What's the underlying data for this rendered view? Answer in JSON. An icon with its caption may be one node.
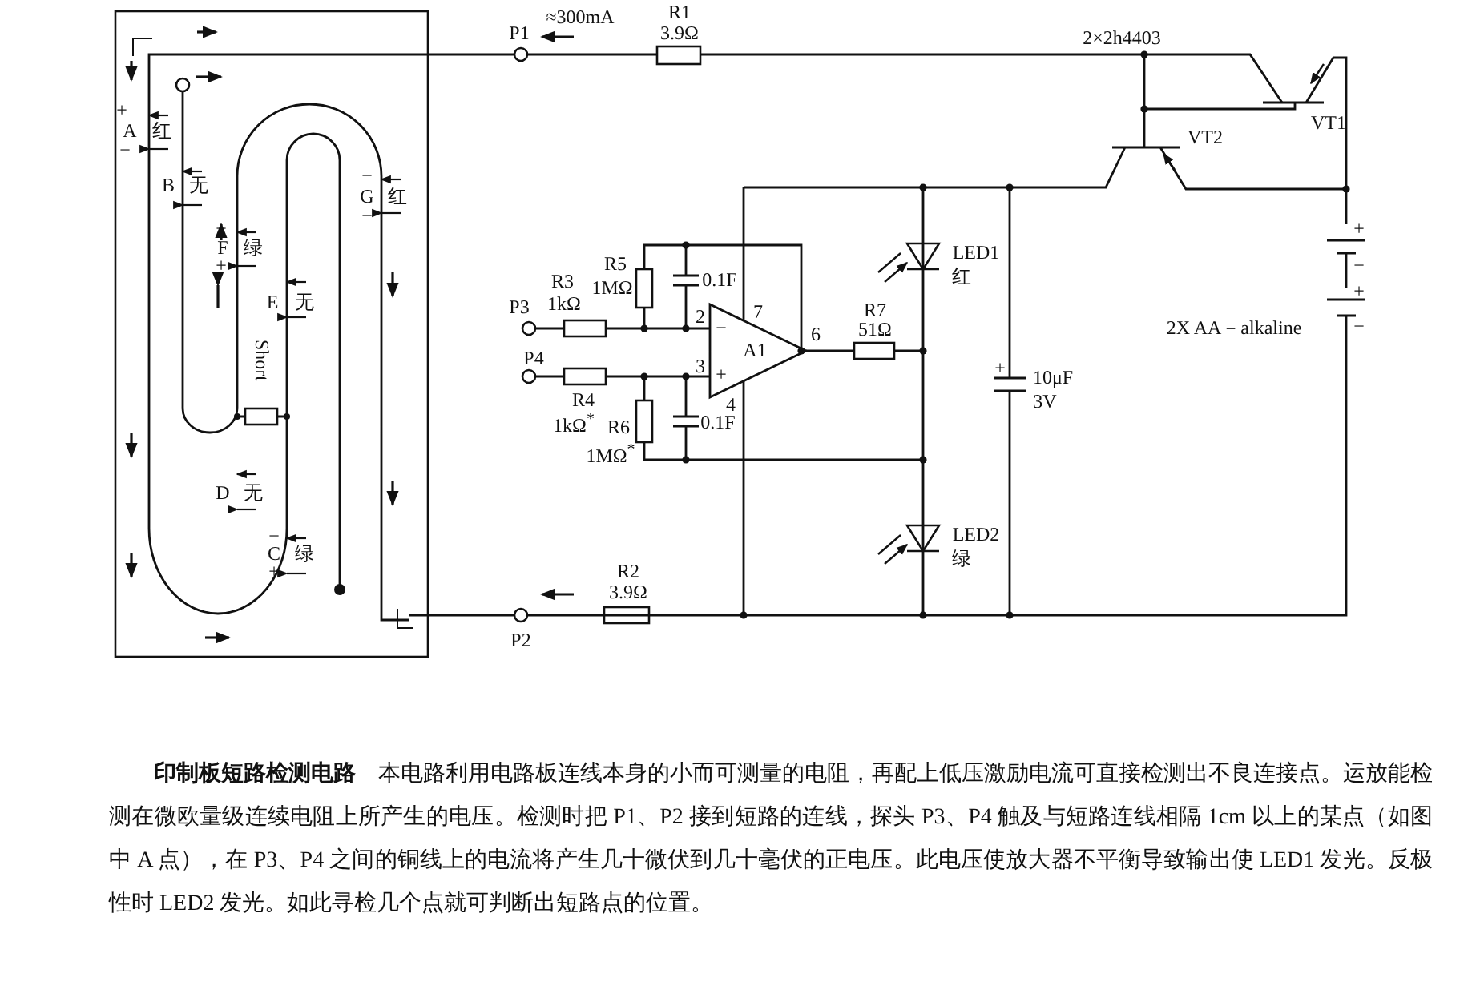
{
  "diagram": {
    "caption": "**印制板短路检测电路**　本电路利用电路板连线本身的小而可测量的电阻，再配上低压激励电流可直接检测出不良连接点。运放能检测在微欧量级连续电阻上所产生的电压。检测时把 P1、P2 接到短路的连线，探头 P3、P4 触及与短路连线相隔 1cm 以上的某点（如图中 A 点），在 P3、P4 之间的铜线上的电流将产生几十微伏到几十毫伏的正电压。此电压使放大器不平衡导致输出使 LED1 发光。反极性时 LED2 发光。如此寻检几个点就可判断出短路点的位置。",
    "labels": [
      "P1",
      "≈300mA",
      "R1",
      "3.9Ω",
      "2×2h4403",
      "VT1",
      "VT2",
      "+",
      "A",
      "红",
      "−",
      "B",
      "无",
      "−",
      "G",
      "红",
      "−",
      "−",
      "F",
      "绿",
      "+",
      "LED1",
      "红",
      "R3",
      "1kΩ",
      "R5",
      "1MΩ",
      "0.1F",
      "P3",
      "2",
      "−",
      "7",
      "A1",
      "6",
      "R7",
      "51Ω",
      "+",
      "−",
      "2X AA－alkaline",
      "+",
      "−",
      "E",
      "无",
      "P4",
      "3",
      "+",
      "4",
      "R4",
      "1kΩ$^{*}$",
      "0.1F",
      "R6",
      "1MΩ$^{*}$",
      "+",
      "10μF",
      "3V",
      "Short",
      "D",
      "无",
      "−",
      "C",
      "绿",
      "+",
      "LED2",
      "绿",
      "R2",
      "3.9Ω",
      "P2"
    ]
  }
}
